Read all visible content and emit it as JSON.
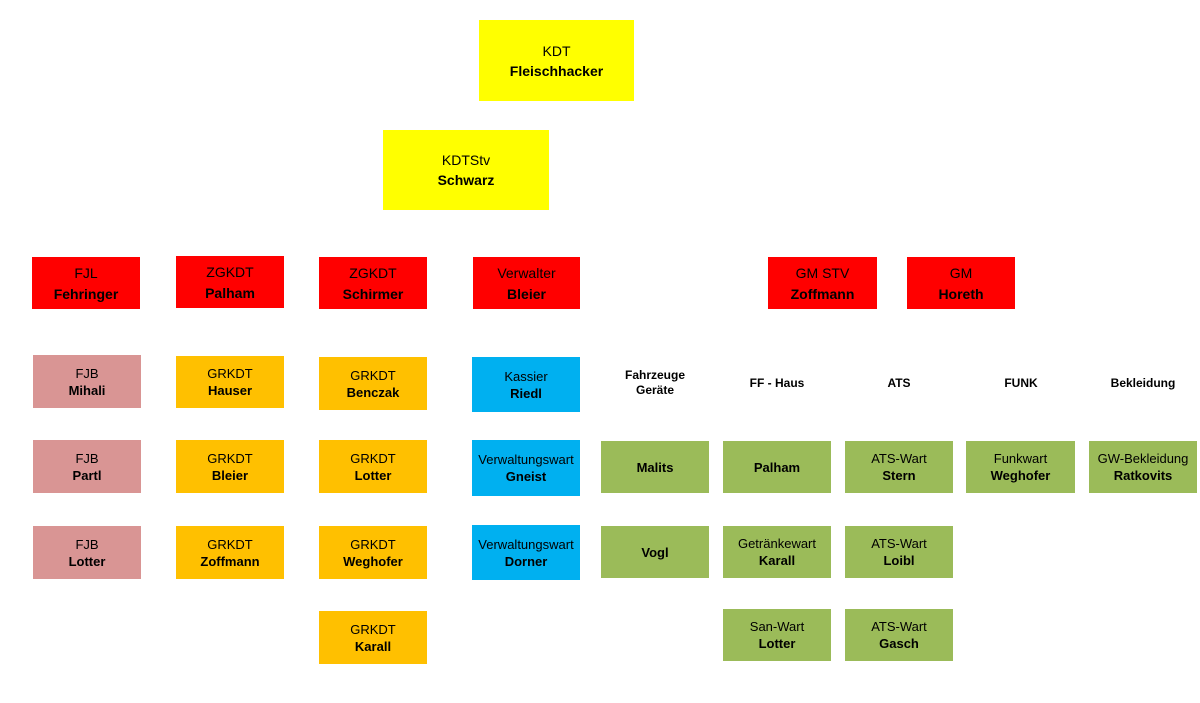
{
  "colors": {
    "leadership": "#ffff00",
    "officers": "#ff0000",
    "youth": "#d99594",
    "group_leaders": "#ffc000",
    "administration": "#00b0f0",
    "equipment": "#9bbb59"
  },
  "kdt": {
    "role": "KDT",
    "name": "Fleischhacker"
  },
  "kdtstv": {
    "role": "KDTStv",
    "name": "Schwarz"
  },
  "officers": [
    {
      "role": "FJL",
      "name": "Fehringer"
    },
    {
      "role": "ZGKDT",
      "name": "Palham"
    },
    {
      "role": "ZGKDT",
      "name": "Schirmer"
    },
    {
      "role": "Verwalter",
      "name": "Bleier"
    },
    {
      "role": "GM STV",
      "name": "Zoffmann"
    },
    {
      "role": "GM",
      "name": "Horeth"
    }
  ],
  "youth": [
    {
      "role": "FJB",
      "name": "Mihali"
    },
    {
      "role": "FJB",
      "name": "Partl"
    },
    {
      "role": "FJB",
      "name": "Lotter"
    }
  ],
  "group_palham": [
    {
      "role": "GRKDT",
      "name": "Hauser"
    },
    {
      "role": "GRKDT",
      "name": "Bleier"
    },
    {
      "role": "GRKDT",
      "name": "Zoffmann"
    }
  ],
  "group_schirmer": [
    {
      "role": "GRKDT",
      "name": "Benczak"
    },
    {
      "role": "GRKDT",
      "name": "Lotter"
    },
    {
      "role": "GRKDT",
      "name": "Weghofer"
    },
    {
      "role": "GRKDT",
      "name": "Karall"
    }
  ],
  "administration": [
    {
      "role": "Kassier",
      "name": "Riedl"
    },
    {
      "role": "Verwaltungswart",
      "name": "Gneist"
    },
    {
      "role": "Verwaltungswart",
      "name": "Dorner"
    }
  ],
  "headers": {
    "vehicles_line1": "Fahrzeuge",
    "vehicles_line2": "Geräte",
    "house": "FF - Haus",
    "ats": "ATS",
    "radio": "FUNK",
    "clothing": "Bekleidung"
  },
  "vehicles": [
    {
      "name": "Malits"
    },
    {
      "name": "Vogl"
    }
  ],
  "house": [
    {
      "name": "Palham"
    },
    {
      "role": "Getränkewart",
      "name": "Karall"
    },
    {
      "role": "San-Wart",
      "name": "Lotter"
    }
  ],
  "ats": [
    {
      "role": "ATS-Wart",
      "name": "Stern"
    },
    {
      "role": "ATS-Wart",
      "name": "Loibl"
    },
    {
      "role": "ATS-Wart",
      "name": "Gasch"
    }
  ],
  "radio": [
    {
      "role": "Funkwart",
      "name": "Weghofer"
    }
  ],
  "clothing": [
    {
      "role": "GW-Bekleidung",
      "name": "Ratkovits"
    }
  ]
}
